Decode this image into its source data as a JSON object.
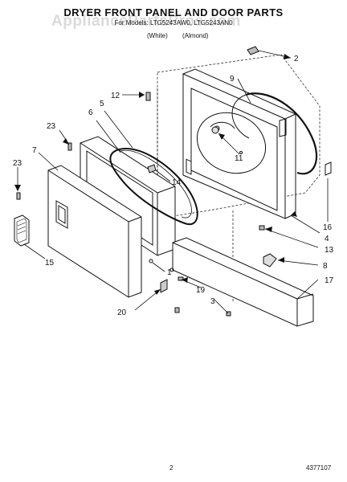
{
  "header": {
    "title": "DRYER FRONT PANEL AND DOOR PARTS",
    "subtitle": "For Models: LTG5243AW0, LTG5243AN0",
    "finish_white": "(White)",
    "finish_almond": "(Almond)",
    "watermark": "AppliancePartsPros.com"
  },
  "footer": {
    "page_number": "2",
    "document_number": "4377107"
  },
  "callouts": [
    {
      "key": "c1",
      "label": "1"
    },
    {
      "key": "c2",
      "label": "2"
    },
    {
      "key": "c3",
      "label": "3"
    },
    {
      "key": "c4",
      "label": "4"
    },
    {
      "key": "c5",
      "label": "5"
    },
    {
      "key": "c6",
      "label": "6"
    },
    {
      "key": "c7",
      "label": "7"
    },
    {
      "key": "c8",
      "label": "8"
    },
    {
      "key": "c9",
      "label": "9"
    },
    {
      "key": "c11",
      "label": "11"
    },
    {
      "key": "c12",
      "label": "12"
    },
    {
      "key": "c13",
      "label": "13"
    },
    {
      "key": "c14",
      "label": "14"
    },
    {
      "key": "c15",
      "label": "15"
    },
    {
      "key": "c16",
      "label": "16"
    },
    {
      "key": "c17",
      "label": "17"
    },
    {
      "key": "c19",
      "label": "19"
    },
    {
      "key": "c20",
      "label": "20"
    },
    {
      "key": "c23a",
      "label": "23"
    },
    {
      "key": "c23b",
      "label": "23"
    }
  ]
}
